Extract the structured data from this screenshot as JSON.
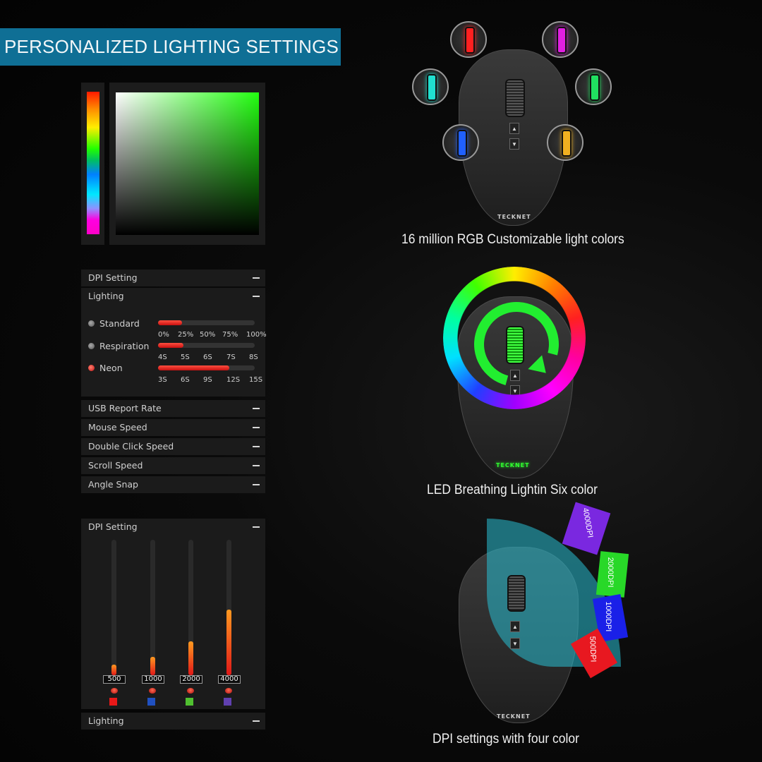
{
  "banner": {
    "title": "PERSONALIZED LIGHTING SETTINGS",
    "color": "#0f6f95"
  },
  "color_picker": {
    "hue_bar": "hue-spectrum",
    "selected_color": "#22ff10"
  },
  "panel_top": {
    "dpi_setting": "DPI Setting",
    "lighting": "Lighting",
    "modes": [
      {
        "label": "Standard",
        "selected": false,
        "fill_pct": 25,
        "ticks": [
          "0%",
          "25%",
          "50%",
          "75%",
          "100%"
        ]
      },
      {
        "label": "Respiration",
        "selected": false,
        "fill_pct": 25,
        "ticks": [
          "4S",
          "5S",
          "6S",
          "7S",
          "8S"
        ]
      },
      {
        "label": "Neon",
        "selected": true,
        "fill_pct": 75,
        "ticks": [
          "3S",
          "6S",
          "9S",
          "12S",
          "15S"
        ]
      }
    ],
    "rows": [
      "USB Report Rate",
      "Mouse Speed",
      "Double Click Speed",
      "Scroll Speed",
      "Angle Snap"
    ]
  },
  "panel_dpi": {
    "title": "DPI Setting",
    "levels": [
      {
        "value": "500",
        "fill_pct": 7,
        "color": "#e81818"
      },
      {
        "value": "1000",
        "fill_pct": 13,
        "color": "#2050c0"
      },
      {
        "value": "2000",
        "fill_pct": 25,
        "color": "#50c030"
      },
      {
        "value": "4000",
        "fill_pct": 49,
        "color": "#6040b0"
      }
    ],
    "footer": "Lighting"
  },
  "features": [
    {
      "caption": "16 million RGB Customizable light colors",
      "brand": "TECKNET",
      "led_colors": [
        "#ff2020",
        "#e020e0",
        "#20e0d0",
        "#20e060",
        "#2060ff",
        "#f0b020"
      ]
    },
    {
      "caption": "LED Breathing Lightin Six color",
      "brand": "TECKNET"
    },
    {
      "caption": "DPI settings with four color",
      "brand": "TECKNET",
      "dpi_labels": [
        {
          "label": "4000DPI",
          "color": "#7a28e0"
        },
        {
          "label": "2000DPI",
          "color": "#28d828"
        },
        {
          "label": "1000DPI",
          "color": "#1a20e8"
        },
        {
          "label": "500DPI",
          "color": "#e81820"
        }
      ]
    }
  ],
  "mouse_buttons": {
    "up": "▲",
    "down": "▼"
  }
}
